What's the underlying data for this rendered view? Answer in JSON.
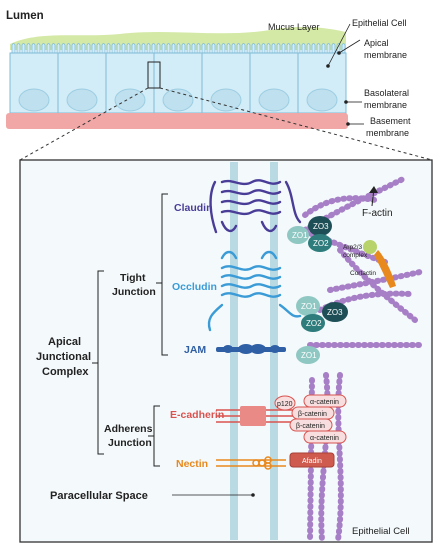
{
  "top": {
    "lumen": "Lumen",
    "mucus_layer": "Mucus Layer",
    "epithelial_cell": "Epithelial Cell",
    "apical_membrane": [
      "Apical",
      "membrane"
    ],
    "basolateral_membrane": [
      "Basolateral",
      "membrane"
    ],
    "basement_membrane": [
      "Basement",
      "membrane"
    ]
  },
  "detail": {
    "claudin": "Claudin",
    "occludin": "Occludin",
    "jam": "JAM",
    "e_cadherin": "E-cadherin",
    "nectin": "Nectin",
    "f_actin": "F-actin",
    "zo1": "ZO1",
    "zo2": "ZO2",
    "zo3": "ZO3",
    "arp23_complex": [
      "Arp2/3",
      "complex"
    ],
    "cortactin": "Cortactin",
    "p120": "p120",
    "alpha_catenin": "α-catenin",
    "beta_catenin": "β-catenin",
    "afadin": "Afadin",
    "tight_junction": [
      "Tight",
      "Junction"
    ],
    "adherens_junction": [
      "Adherens",
      "Junction"
    ],
    "apical_junctional_complex": [
      "Apical",
      "Junctional",
      "Complex"
    ],
    "paracellular_space": "Paracellular Space",
    "epithelial_cell": "Epithelial Cell"
  },
  "colors": {
    "mucus": "#d4e9a6",
    "cell_fill": "#d3edf8",
    "cell_border": "#7fbcd9",
    "basement": "#f0a7a5",
    "nucleus": "#bfe0ee",
    "claudin": "#4a3d98",
    "occludin": "#3a9bd6",
    "jam": "#2f5fa5",
    "e_cadherin": "#d9534f",
    "nectin": "#e8891e",
    "actin": "#a77fc6",
    "zo1": "#8fc7c3",
    "zo2": "#2e7c7c",
    "zo3": "#1e4f57",
    "paracellular": "#b9d9e3"
  }
}
